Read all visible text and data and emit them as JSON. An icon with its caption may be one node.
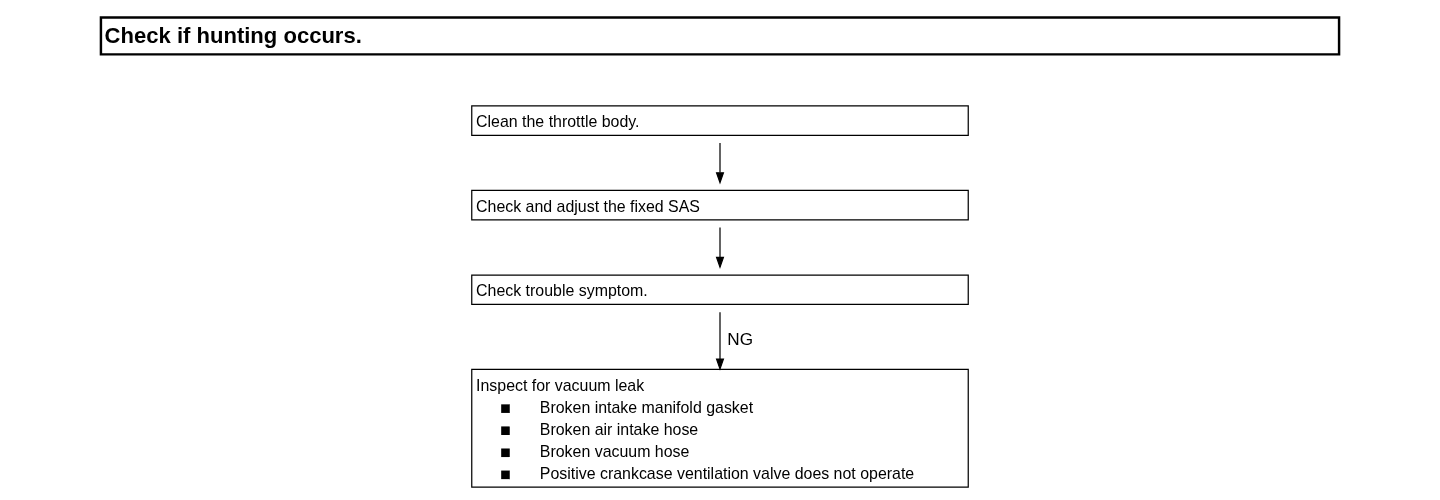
{
  "diagram": {
    "nodes": [
      {
        "text": [
          "Check if hunting occurs."
        ]
      },
      {
        "text": [
          "Clean the throttle body."
        ]
      },
      {
        "text": [
          "Check and adjust the fixed SAS"
        ]
      },
      {
        "text": [
          "Check trouble symptom."
        ]
      },
      {
        "text": [
          "Inspect for vacuum leak",
          "Broken intake manifold gasket",
          "Broken air intake hose",
          "Broken vacuum hose",
          "Positive crankcase ventilation valve does not operate"
        ]
      }
    ],
    "edges": [
      {
        "from": 1,
        "to": 2,
        "arrow": "to"
      },
      {
        "from": 2,
        "to": 3,
        "arrow": "to"
      },
      {
        "from": 3,
        "to": 4,
        "arrow": "to",
        "label": "NG"
      }
    ]
  }
}
